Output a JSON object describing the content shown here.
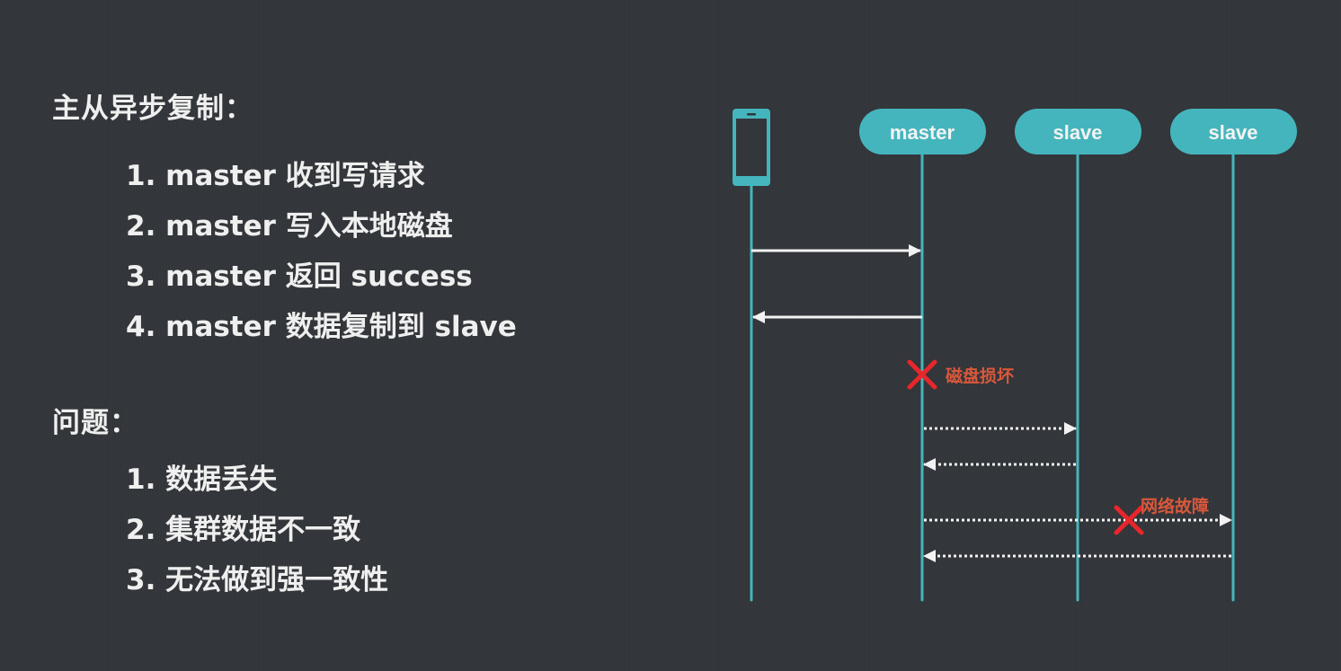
{
  "left_panel": {
    "section1": {
      "heading": "主从异步复制：",
      "items": [
        "1. master 收到写请求",
        "2. master 写入本地磁盘",
        "3. master 返回 success",
        "4. master 数据复制到 slave"
      ]
    },
    "section2": {
      "heading": "问题：",
      "items": [
        "1. 数据丢失",
        "2. 集群数据不一致",
        "3. 无法做到强一致性"
      ]
    }
  },
  "diagram": {
    "colors": {
      "background": "#33363a",
      "lifeline": "#45b5bd",
      "arrow": "#f2f2f2",
      "error_cross": "#e8262b",
      "error_text": "#d9583b"
    },
    "participants": [
      {
        "id": "client",
        "icon": "phone-icon",
        "label": ""
      },
      {
        "id": "master",
        "label": "master"
      },
      {
        "id": "slave1",
        "label": "slave"
      },
      {
        "id": "slave2",
        "label": "slave"
      }
    ],
    "messages": [
      {
        "from": "client",
        "to": "master",
        "style": "solid"
      },
      {
        "from": "master",
        "to": "client",
        "style": "solid"
      },
      {
        "from": "master",
        "to": "slave1",
        "style": "dotted"
      },
      {
        "from": "slave1",
        "to": "master",
        "style": "dotted"
      },
      {
        "from": "master",
        "to": "slave2",
        "style": "dotted",
        "failed": true
      },
      {
        "from": "slave2",
        "to": "master",
        "style": "dotted"
      }
    ],
    "annotations": {
      "disk_failure": "磁盘损坏",
      "network_failure": "网络故障"
    }
  }
}
